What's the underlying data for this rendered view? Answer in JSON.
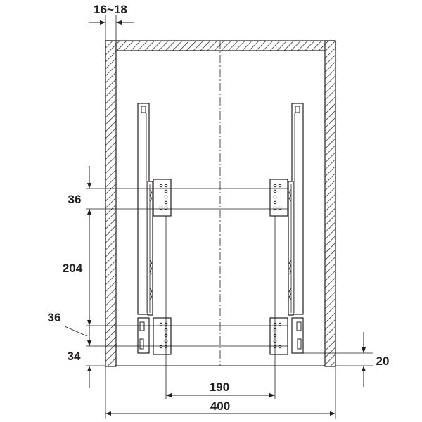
{
  "dimensions": {
    "side_thickness": "16~18",
    "bracket_height_top": "36",
    "bracket_spacing": "204",
    "bracket_height_bottom": "36",
    "bottom_offset": "34",
    "right_offset": "20",
    "inner_width": "190",
    "overall_width": "400"
  },
  "colors": {
    "line": "#231f20",
    "background": "#ffffff"
  }
}
